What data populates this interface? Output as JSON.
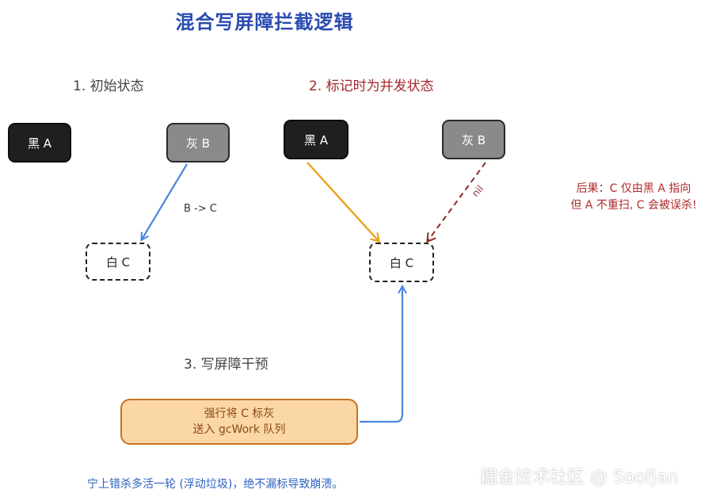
{
  "title": "混合写屏障拦截逻辑",
  "steps": {
    "step1": "1. 初始状态",
    "step2": "2. 标记时为并发状态",
    "step3": "3. 写屏障干预"
  },
  "nodes": {
    "black_a_1": "黑 A",
    "gray_b_1": "灰 B",
    "white_c_1": "白 C",
    "black_a_2": "黑 A",
    "gray_b_2": "灰 B",
    "white_c_2": "白 C"
  },
  "edges": {
    "b_to_c": "B -> C",
    "nil": "nil"
  },
  "consequence": {
    "line1": "后果：C 仅由黑 A 指向",
    "line2": "但 A 不重扫, C 会被误杀!"
  },
  "action": {
    "line1": "强行将 C 标灰",
    "line2": "送入 gcWork 队列"
  },
  "footer": "宁上错杀多活一轮 (浮动垃圾)，绝不漏标导致崩溃。",
  "watermark": "掘金技术社区 @ Soofjan",
  "colors": {
    "title": "#2a4bb0",
    "blue_arrow": "#4a86e0",
    "orange_arrow": "#eaa21a",
    "red_dashed": "#8b2a2a",
    "action_fill": "#fbd7a8"
  }
}
